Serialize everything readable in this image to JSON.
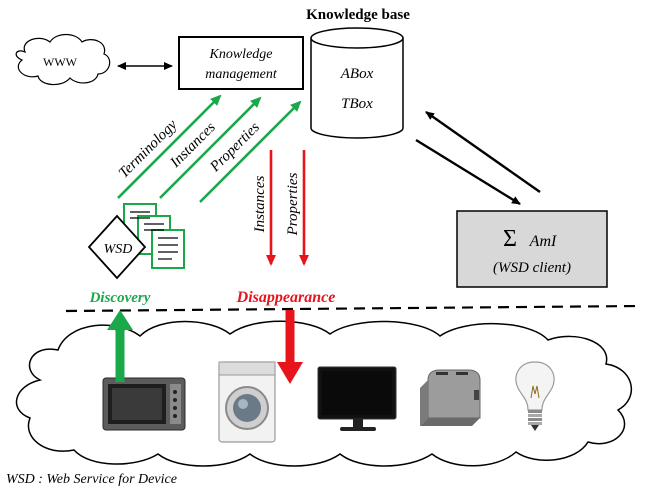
{
  "title": "Knowledge base",
  "nodes": {
    "www": "WWW",
    "km_line1": "Knowledge",
    "km_line2": "management",
    "abox": "ABox",
    "tbox": "TBox",
    "client_symbol": "Σ",
    "client_name": "AmI",
    "client_sub": "(WSD client)",
    "wsd": "WSD"
  },
  "flows": {
    "up": [
      "Terminology",
      "Instances",
      "Properties"
    ],
    "down": [
      "Instances",
      "Properties"
    ]
  },
  "events": {
    "discovery": "Discovery",
    "disappearance": "Disappearance"
  },
  "devices": [
    "microwave-icon",
    "washing-machine-icon",
    "monitor-icon",
    "toaster-icon",
    "light-bulb-icon"
  ],
  "footnote": "WSD : Web Service for Device",
  "colors": {
    "green": "#1aa84a",
    "red": "#e8141c",
    "client_fill": "#d8d8d8",
    "black": "#000000"
  }
}
